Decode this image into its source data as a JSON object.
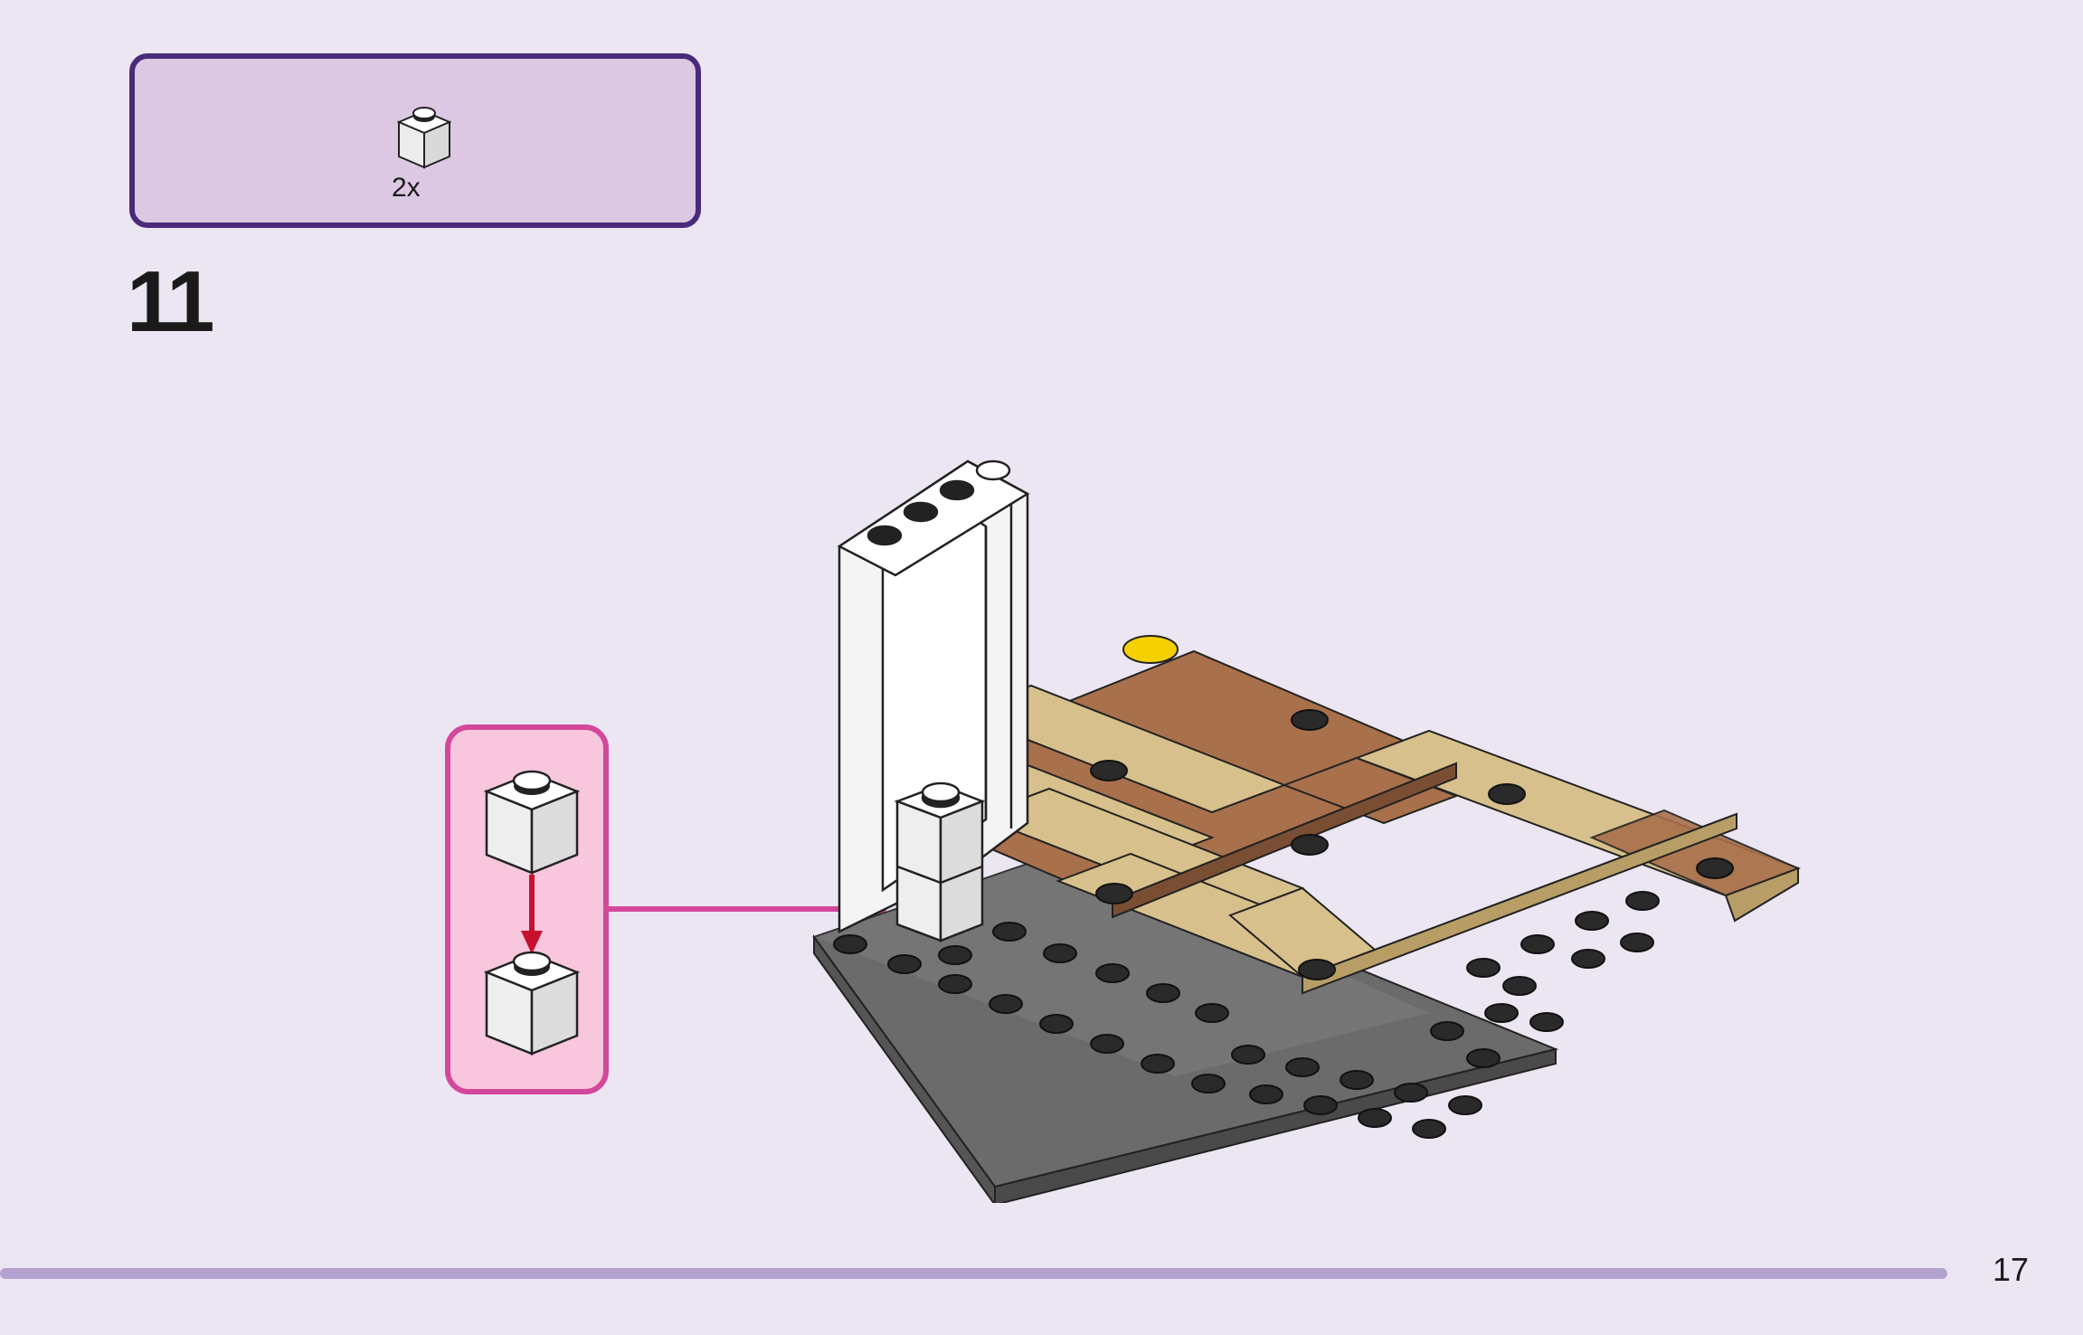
{
  "parts_list": {
    "items": [
      {
        "icon": "white-1x1-brick-icon",
        "quantity": "2x"
      }
    ]
  },
  "step": {
    "number": "11"
  },
  "page": {
    "number": "17"
  },
  "colors": {
    "background": "#ece6f3",
    "parts_box_fill": "#dcc8e3",
    "parts_box_border": "#4b2a7b",
    "callout_fill": "#f8c6dd",
    "callout_border": "#d3489a",
    "arrow": "#d3489a",
    "down_arrow": "#c8102e",
    "footer_bar": "#b3a1d1",
    "brick_white": "#f4f4f4",
    "plate_dark_gray": "#6b6b6b",
    "tile_tan": "#d7c08b",
    "tile_brown": "#a8704b",
    "stud_yellow": "#f5d000"
  }
}
